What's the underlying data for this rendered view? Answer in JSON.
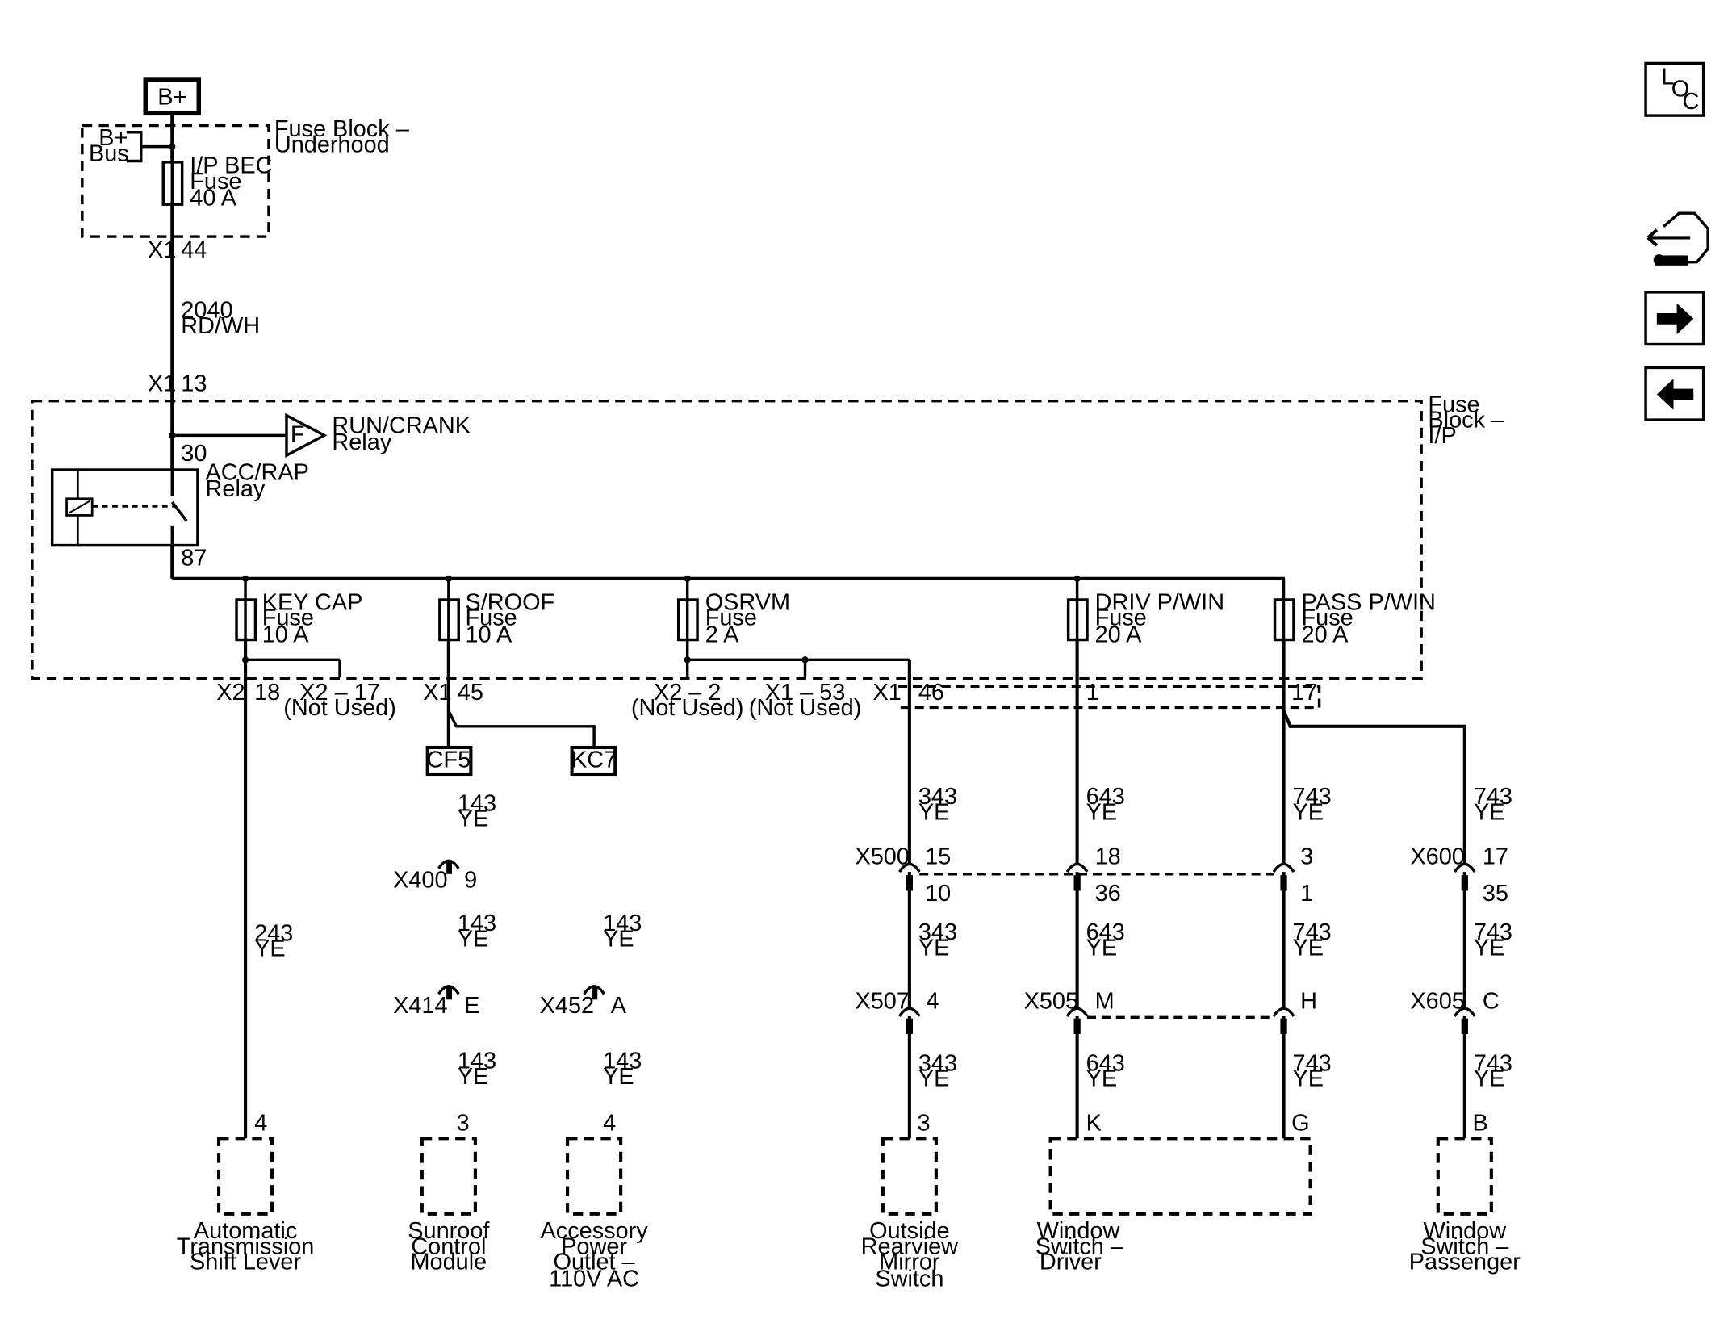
{
  "source": {
    "label": "B+",
    "bus_label": [
      "B+",
      "Bus"
    ],
    "fuse_block_underhood": [
      "Fuse Block –",
      "Underhood"
    ],
    "ip_bec_fuse": [
      "I/P BEC",
      "Fuse",
      "40 A"
    ],
    "connector_top": [
      "X1",
      "44"
    ],
    "feed_wire": [
      "2040",
      "RD/WH"
    ],
    "connector_ip": [
      "X1",
      "13"
    ]
  },
  "fuse_block_ip": {
    "label": [
      "Fuse",
      "Block –",
      "I/P"
    ],
    "run_crank_marker": "F",
    "run_crank_relay": [
      "RUN/CRANK",
      "Relay"
    ],
    "acc_rap_relay": [
      "ACC/RAP",
      "Relay"
    ],
    "pin_30": "30",
    "pin_87": "87"
  },
  "fuses": [
    {
      "name": "KEY CAP",
      "type": "Fuse",
      "rating": "10 A"
    },
    {
      "name": "S/ROOF",
      "type": "Fuse",
      "rating": "10 A"
    },
    {
      "name": "OSRVM",
      "type": "Fuse",
      "rating": "2 A"
    },
    {
      "name": "DRIV P/WIN",
      "type": "Fuse",
      "rating": "20 A"
    },
    {
      "name": "PASS P/WIN",
      "type": "Fuse",
      "rating": "20 A"
    }
  ],
  "outputs": {
    "x2": "X2",
    "x2_18": "18",
    "x2_17": "X2 – 17",
    "x2_17_note": "(Not Used)",
    "x1a": "X1",
    "x1a_45": "45",
    "x2_2": "X2 – 2",
    "x2_2_note": "(Not Used)",
    "x1_53": "X1 – 53",
    "x1_53_note": "(Not Used)",
    "x1b": "X1",
    "x1b_46": "46",
    "x1b_1": "1",
    "x1b_17": "17"
  },
  "splices": [
    "CF5",
    "KC7"
  ],
  "wires": {
    "c243": [
      "243",
      "YE"
    ],
    "c143": [
      "143",
      "YE"
    ],
    "c343": [
      "343",
      "YE"
    ],
    "c643": [
      "643",
      "YE"
    ],
    "c743": [
      "743",
      "YE"
    ]
  },
  "connectors": {
    "x400": "X400",
    "x400_pin": "9",
    "x414": "X414",
    "x414_pin": "E",
    "x452": "X452",
    "x452_pin": "A",
    "x500": "X500",
    "x500_p15": "15",
    "x500_p10": "10",
    "x500_p18": "18",
    "x500_p36": "36",
    "x500_p3": "3",
    "x500_p1": "1",
    "x600": "X600",
    "x600_p17": "17",
    "x600_p35": "35",
    "x507": "X507",
    "x507_pin": "4",
    "x505": "X505",
    "x505_pm": "M",
    "x505_ph": "H",
    "x605": "X605",
    "x605_pin": "C"
  },
  "components": [
    {
      "pin": "4",
      "label": [
        "Automatic",
        "Transmission",
        "Shift Lever"
      ]
    },
    {
      "pin": "3",
      "label": [
        "Sunroof",
        "Control",
        "Module"
      ]
    },
    {
      "pin": "4",
      "label": [
        "Accessory",
        "Power",
        "Outlet –",
        "110V AC"
      ]
    },
    {
      "pin": "3",
      "label": [
        "Outside",
        "Rearview",
        "Mirror",
        "Switch"
      ]
    },
    {
      "pin_k": "K",
      "pin_g": "G",
      "label": [
        "Window",
        "Switch –",
        "Driver"
      ]
    },
    {
      "pin": "B",
      "label": [
        "Window",
        "Switch –",
        "Passenger"
      ]
    }
  ],
  "nav": {
    "loc": [
      "L",
      "O",
      "C"
    ],
    "icons": [
      "harness-locator-icon",
      "next-page-icon",
      "previous-page-icon"
    ]
  }
}
